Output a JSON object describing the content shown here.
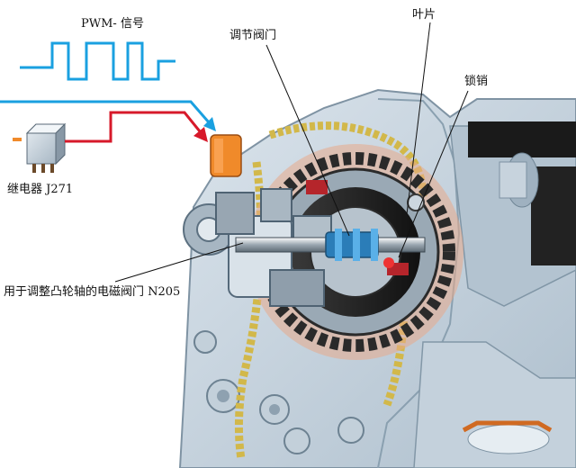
{
  "labels": {
    "pwm_signal": "PWM- 信号",
    "relay": "继电器 J271",
    "control_valve": "调节阀门",
    "vane": "叶片",
    "locking_pin": "锁销",
    "solenoid_valve": "用于调整凸轮轴的电磁阀门 N205"
  },
  "colors": {
    "pwm_line": "#1aa0e0",
    "relay_line": "#d7192a",
    "orange_wire": "#f08a2a",
    "engine_body": "#c9d6e2",
    "chain": "#d2b84a",
    "valve_blue": "#2b7db8"
  }
}
